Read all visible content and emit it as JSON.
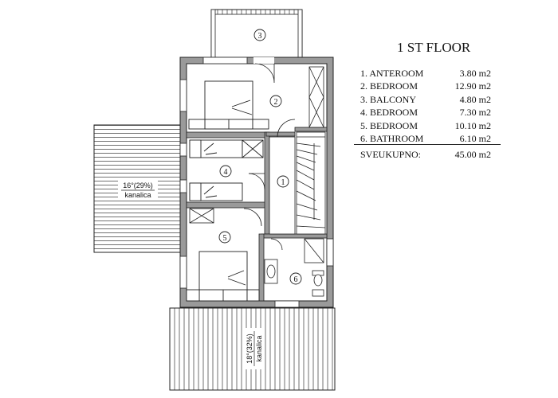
{
  "legend": {
    "title": "1 ST FLOOR",
    "rooms": [
      {
        "label": "1. ANTEROOM",
        "area": "3.80 m2"
      },
      {
        "label": "2. BEDROOM",
        "area": "12.90 m2"
      },
      {
        "label": "3. BALCONY",
        "area": "4.80 m2"
      },
      {
        "label": "4. BEDROOM",
        "area": "7.30 m2"
      },
      {
        "label": "5. BEDROOM",
        "area": "10.10 m2"
      },
      {
        "label": "6. BATHROOM",
        "area": "6.10 m2"
      }
    ],
    "total_label": "SVEUKUPNO:",
    "total_area": "45.00 m2"
  },
  "plan": {
    "room_numbers": {
      "r1": "1",
      "r2": "2",
      "r3": "3",
      "r4": "4",
      "r5": "5",
      "r6": "6"
    },
    "roof_left": {
      "slope": "16°(29%)",
      "gutter": "kanalica"
    },
    "roof_bottom": {
      "slope": "18°(32%)",
      "gutter": "kanalica"
    }
  }
}
